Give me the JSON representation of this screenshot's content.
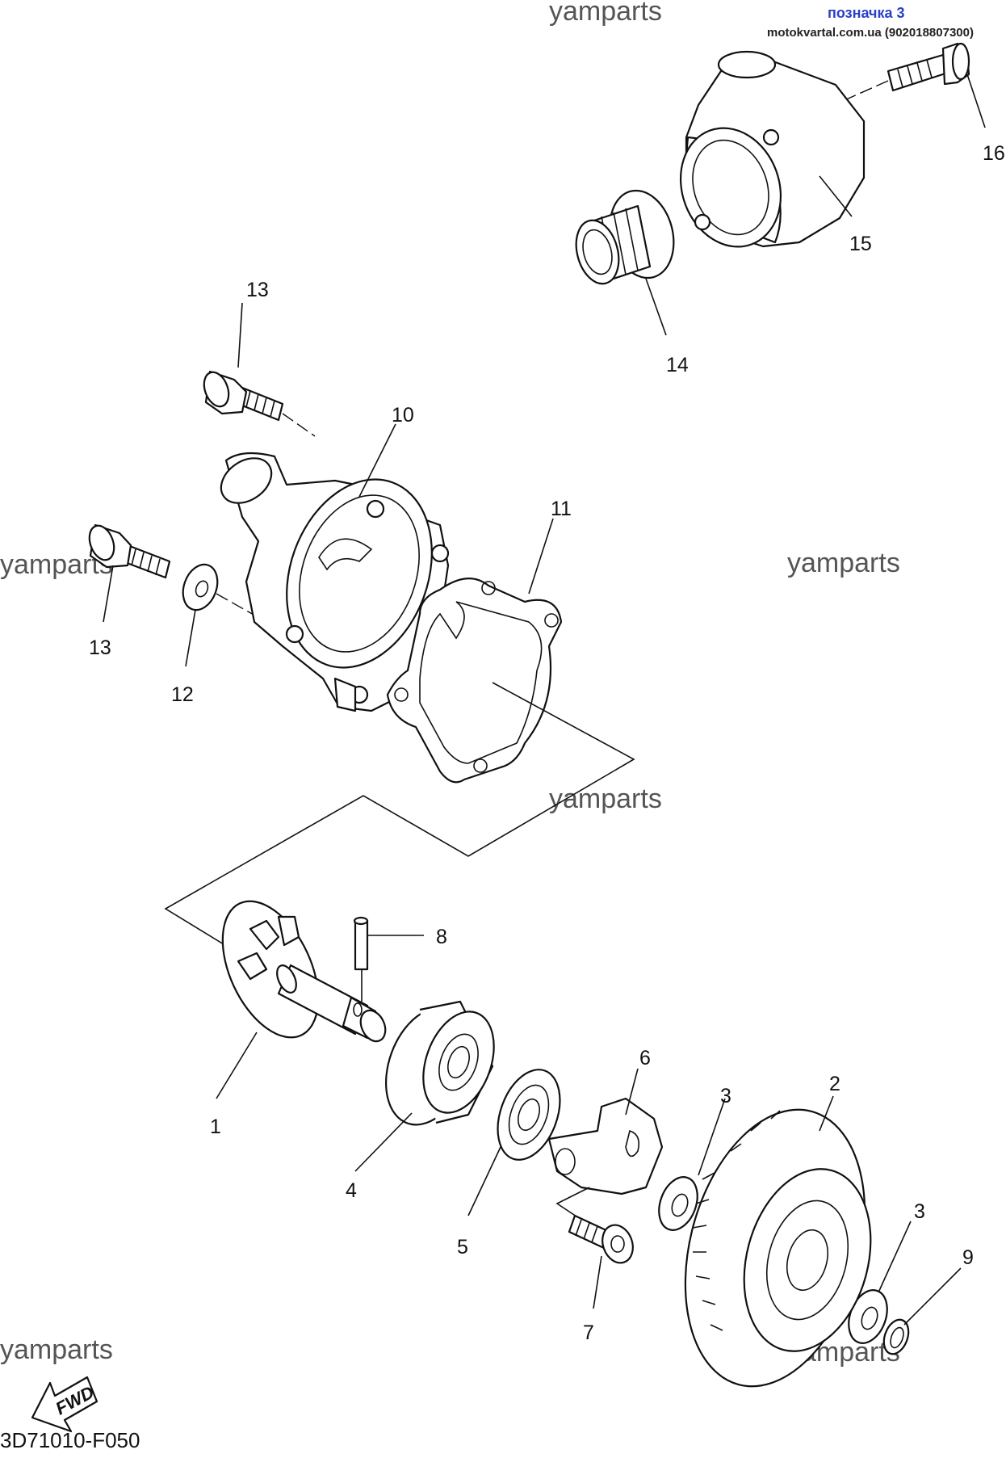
{
  "header": {
    "note_label": "позначка 3",
    "source": "motokvartal.com.ua (902018807300)"
  },
  "watermark": "yamparts",
  "diagram_code": "3D71010-F050",
  "fwd_label": "FWD",
  "callouts": [
    "1",
    "2",
    "3",
    "3",
    "4",
    "5",
    "6",
    "7",
    "8",
    "9",
    "10",
    "11",
    "12",
    "13",
    "13",
    "14",
    "15",
    "16"
  ]
}
